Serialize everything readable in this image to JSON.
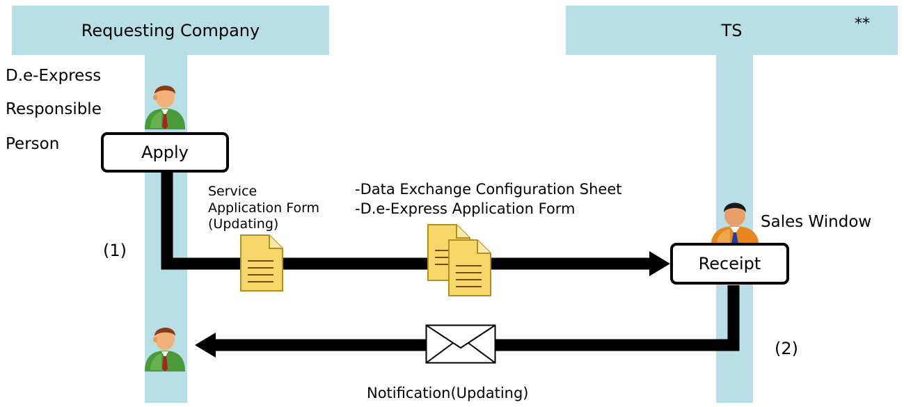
{
  "lanes": {
    "requesting": {
      "title": "Requesting Company"
    },
    "ts": {
      "title": "TS",
      "mark": "**"
    }
  },
  "actors": {
    "responsible_line1": "D.e-Express",
    "responsible_line2": "Responsible",
    "responsible_line3": "Person",
    "sales": "Sales Window"
  },
  "boxes": {
    "apply": "Apply",
    "receipt": "Receipt"
  },
  "steps": {
    "step1": "(1)",
    "step2": "(2)"
  },
  "documents": {
    "service_line1": "Service",
    "service_line2": "Application Form",
    "service_line3": "(Updating)",
    "docs_line1": "-Data Exchange Configuration Sheet",
    "docs_line2": "-D.e-Express Application Form"
  },
  "notification": "Notification(Updating)",
  "colors": {
    "lane": "#b7dfe5",
    "arrow": "#000000",
    "document": "#f5d76a",
    "person_green": "#4a9a3a",
    "person_orange": "#e8871e"
  },
  "icons": {
    "requester": "person-green-icon",
    "sales": "person-orange-icon",
    "document": "document-icon",
    "documents": "documents-stack-icon",
    "envelope": "envelope-icon"
  }
}
